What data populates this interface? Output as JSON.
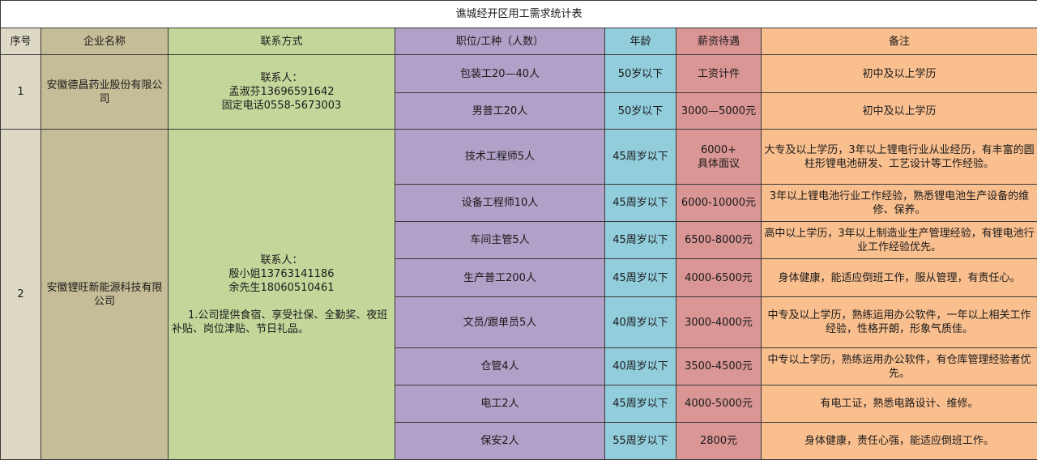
{
  "title": "谯城经开区用工需求统计表",
  "headers": {
    "index": "序号",
    "company": "企业名称",
    "contact": "联系方式",
    "position": "职位/工种（人数）",
    "age": "年龄",
    "salary": "薪资待遇",
    "notes": "备注"
  },
  "colors": {
    "index": "#ddd9c4",
    "company": "#c4bd97",
    "contact": "#c4d79b",
    "position": "#b1a0c7",
    "age": "#92cddc",
    "salary": "#da9694",
    "notes": "#fabf8f"
  },
  "companies": [
    {
      "index": "1",
      "name": "安徽德昌药业股份有限公司",
      "contact": "联系人：\n孟淑芬13696591642\n固定电话0558-5673003",
      "jobs": [
        {
          "position": "包装工20—40人",
          "age": "50岁以下",
          "salary": "工资计件",
          "notes": "初中及以上学历"
        },
        {
          "position": "男普工20人",
          "age": "50岁以下",
          "salary": "3000—5000元",
          "notes": "初中及以上学历"
        }
      ]
    },
    {
      "index": "2",
      "name": "安徽锂旺新能源科技有限公司",
      "contact": "联系人：\n殷小姐13763141186\n余先生18060510461",
      "benefits": "1.公司提供食宿、享受社保、全勤奖、夜班补贴、岗位津贴、节日礼品。",
      "jobs": [
        {
          "position": "技术工程师5人",
          "age": "45周岁以下",
          "salary": "6000+\n具体面议",
          "notes": "大专及以上学历，3年以上锂电行业从业经历，有丰富的圆柱形锂电池研发、工艺设计等工作经验。"
        },
        {
          "position": "设备工程师10人",
          "age": "45周岁以下",
          "salary": "6000-10000元",
          "notes": "3年以上锂电池行业工作经验，熟悉锂电池生产设备的维修、保养。"
        },
        {
          "position": "车间主管5人",
          "age": "45周岁以下",
          "salary": "6500-8000元",
          "notes": "高中以上学历，3年以上制造业生产管理经验，有锂电池行业工作经验优先。"
        },
        {
          "position": "生产普工200人",
          "age": "45周岁以下",
          "salary": "4000-6500元",
          "notes": "身体健康，能适应倒班工作，服从管理，有责任心。"
        },
        {
          "position": "文员/跟单员5人",
          "age": "40周岁以下",
          "salary": "3000-4000元",
          "notes": "中专及以上学历，熟练运用办公软件，一年以上相关工作经验，性格开朗，形象气质佳。"
        },
        {
          "position": "仓管4人",
          "age": "40周岁以下",
          "salary": "3500-4500元",
          "notes": "中专以上学历，熟练运用办公软件，有仓库管理经验者优先。"
        },
        {
          "position": "电工2人",
          "age": "45周岁以下",
          "salary": "4000-5000元",
          "notes": "有电工证，熟悉电路设计、维修。"
        },
        {
          "position": "保安2人",
          "age": "55周岁以下",
          "salary": "2800元",
          "notes": "身体健康，责任心强，能适应倒班工作。"
        }
      ]
    }
  ]
}
